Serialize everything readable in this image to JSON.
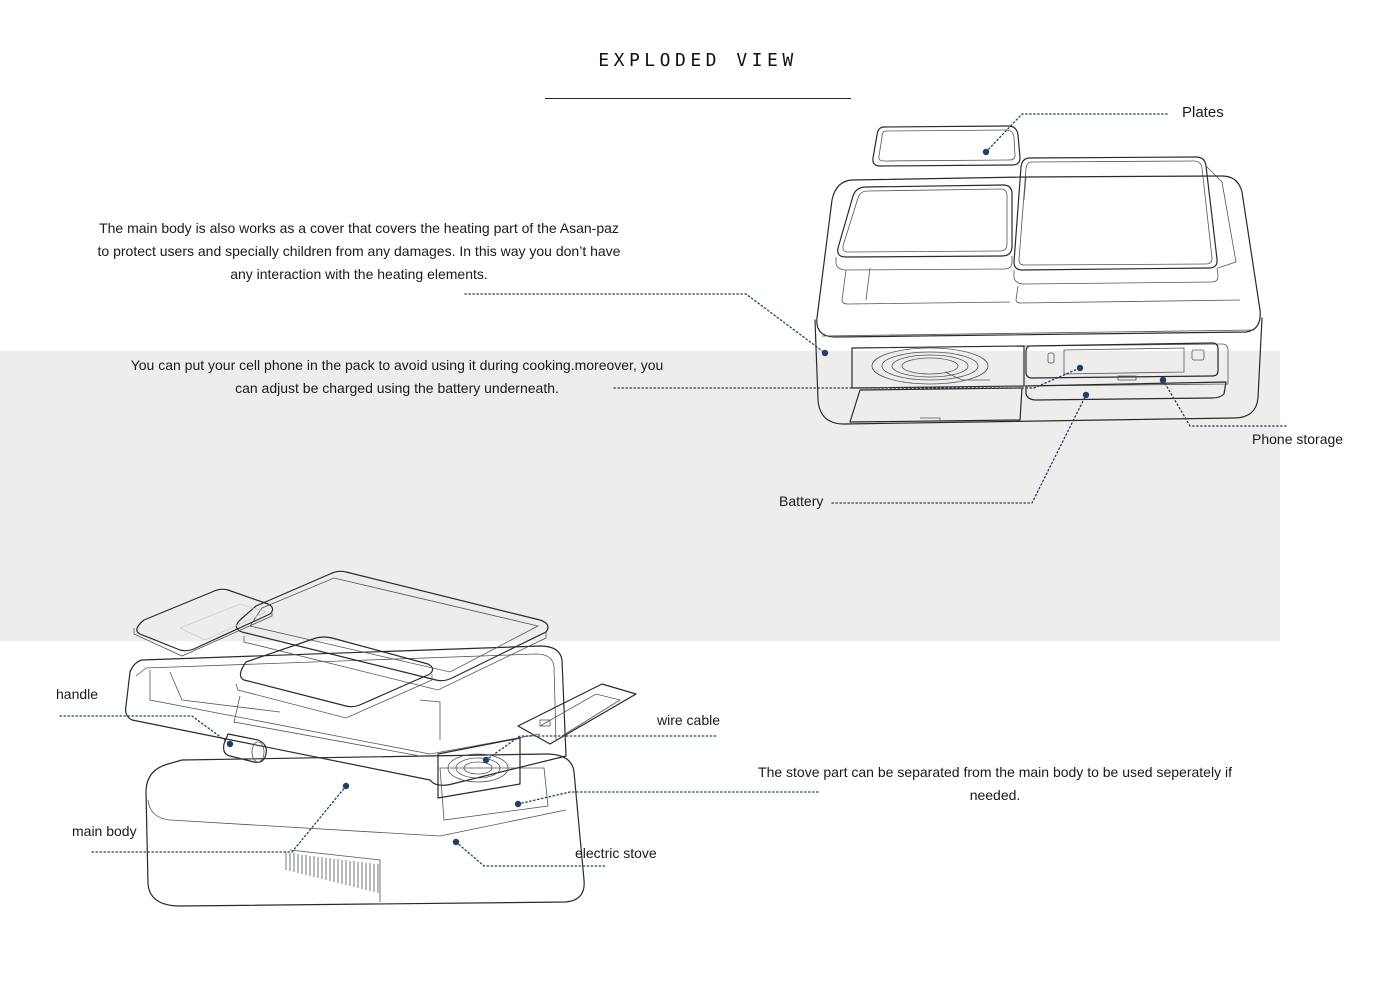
{
  "header": {
    "title": "EXPLODED VIEW"
  },
  "descriptions": {
    "main_body_cover": "The main body is also works as a cover that covers the heating part of the Asan-paz to protect users and specially children from any damages. In this way you don’t have any interaction with the heating elements.",
    "phone_pack": "You can put your cell phone in the pack to avoid using it during cooking.moreover, you can adjust be charged using the battery underneath.",
    "stove_separate": "The stove part can be separated from the main body to be used seperately if needed."
  },
  "labels": {
    "plates": "Plates",
    "phone_storage": "Phone storage",
    "battery": "Battery",
    "handle": "handle",
    "wire_cable": "wire cable",
    "main_body": "main body",
    "electric_stove": "electric stove"
  },
  "colors": {
    "leader": "#1f3f66",
    "band": "#efecec",
    "outline": "#2a2a2a"
  }
}
